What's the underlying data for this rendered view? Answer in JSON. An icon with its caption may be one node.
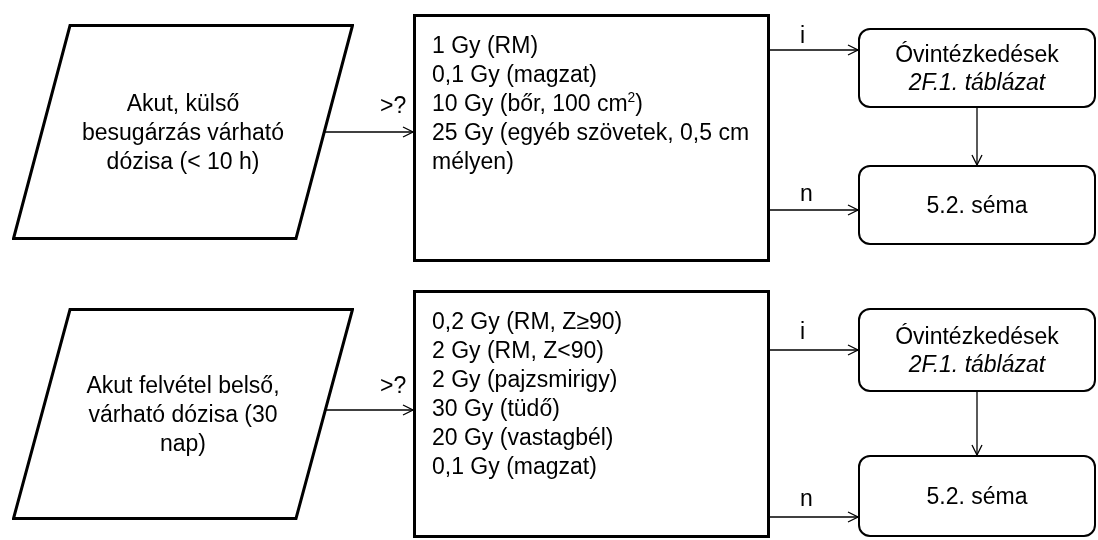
{
  "diagram": {
    "nodes": [
      {
        "text": [
          "Akut, külső besugárzás várható dózisa (< 10 h)"
        ]
      },
      {
        "text": [
          "1 Gy (RM)",
          "0,1 Gy (magzat)",
          "10 Gy (bőr, 100 cm$^{2}$)",
          "25 Gy (egyéb szövetek, 0,5 cm mélyen)"
        ]
      },
      {
        "text": [
          "Óvintézkedések",
          "2F.1. táblázat"
        ]
      },
      {
        "text": [
          "5.2. séma"
        ]
      },
      {
        "text": [
          "Akut felvétel belső, várható dózisa (30 nap)"
        ]
      },
      {
        "text": [
          "0,2 Gy (RM, Z≥90)",
          "2 Gy (RM, Z<90)",
          "2 Gy (pajzsmirigy)",
          "30 Gy (tüdő)",
          "20 Gy (vastagbél)",
          "0,1 Gy (magzat)"
        ]
      },
      {
        "text": [
          "Óvintézkedések",
          "2F.1. táblázat"
        ]
      },
      {
        "text": [
          "5.2. séma"
        ]
      }
    ],
    "edges": [
      {
        "from": 0,
        "to": 1,
        "arrow": "to",
        "label": ">?"
      },
      {
        "from": 1,
        "to": 2,
        "arrow": "to",
        "label": "i"
      },
      {
        "from": 1,
        "to": 3,
        "arrow": "to",
        "label": "n"
      },
      {
        "from": 2,
        "to": 3,
        "arrow": "to"
      },
      {
        "from": 4,
        "to": 5,
        "arrow": "to",
        "label": ">?"
      },
      {
        "from": 5,
        "to": 6,
        "arrow": "to",
        "label": "i"
      },
      {
        "from": 5,
        "to": 7,
        "arrow": "to",
        "label": "n"
      },
      {
        "from": 6,
        "to": 7,
        "arrow": "to"
      }
    ]
  }
}
